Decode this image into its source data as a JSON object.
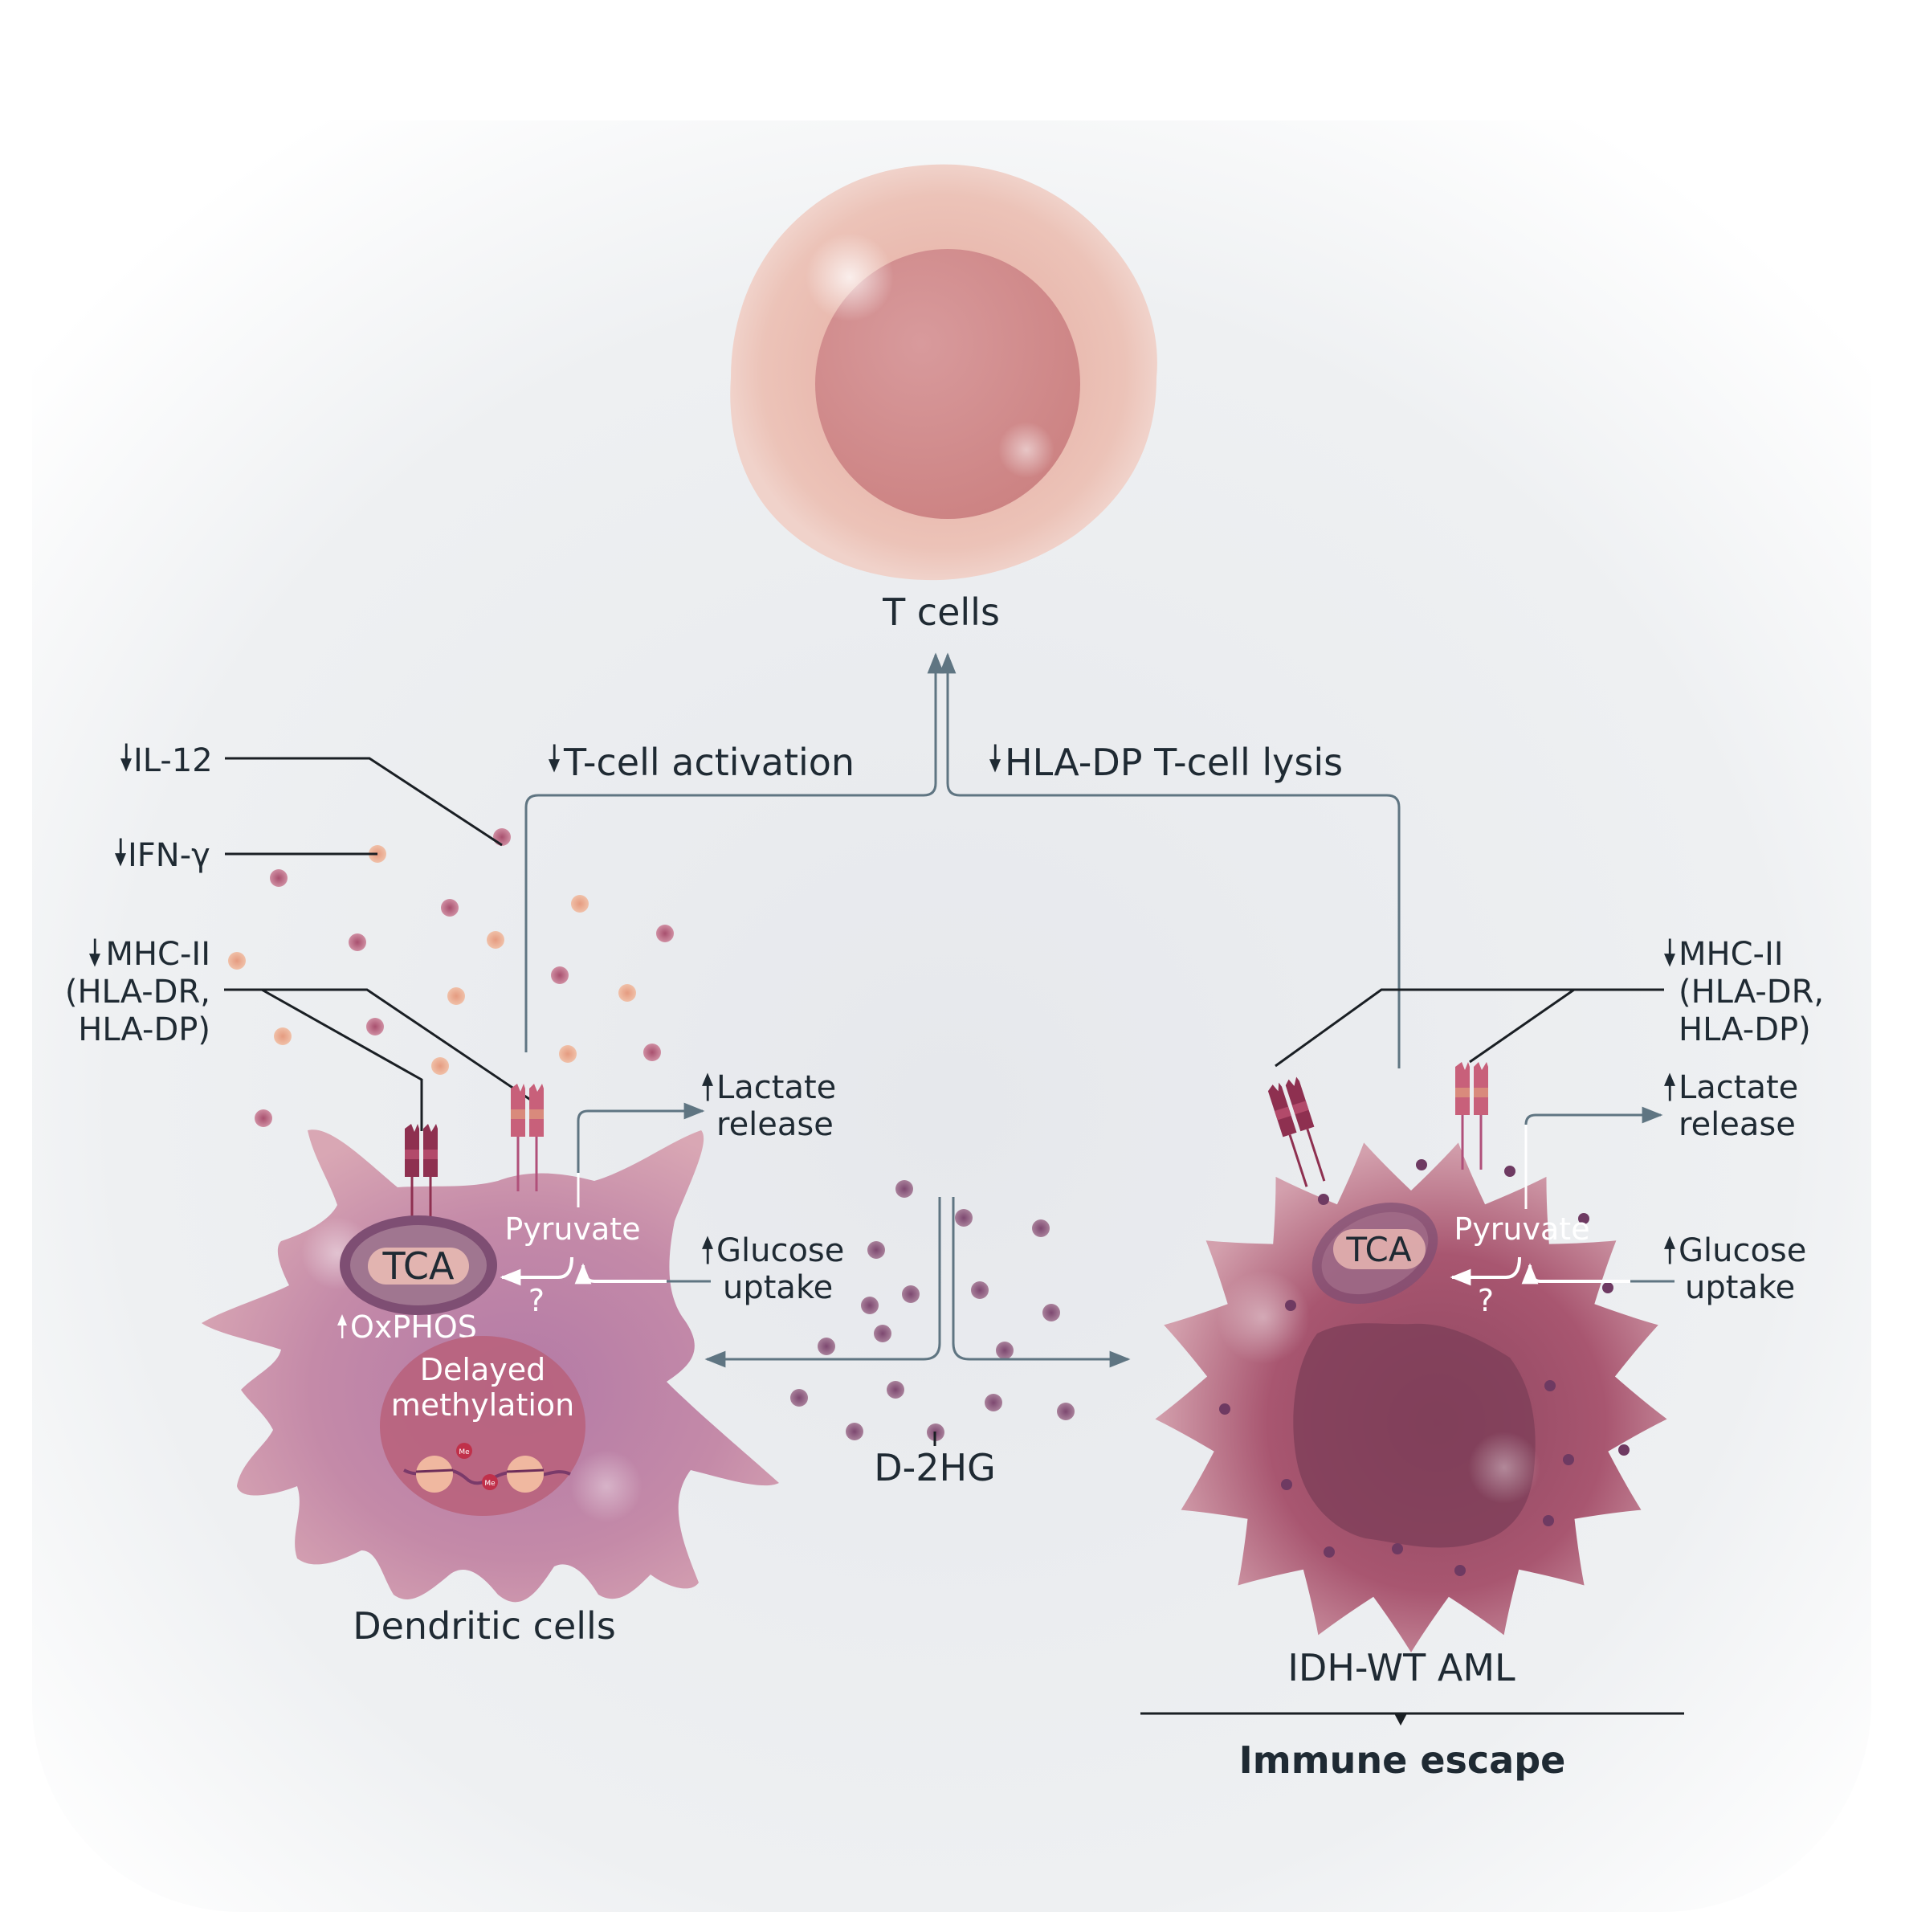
{
  "cells": {
    "t_cells": {
      "label": "T cells"
    },
    "dendritic": {
      "label": "Dendritic cells",
      "tca": "TCA",
      "oxphos": "OxPHOS",
      "pyruvate": "Pyruvate",
      "question": "?",
      "nucleus_line1": "Delayed",
      "nucleus_line2": "methylation",
      "me_mark": "Me"
    },
    "aml": {
      "label": "IDH-WT AML",
      "tca": "TCA",
      "pyruvate": "Pyruvate",
      "question": "?"
    }
  },
  "labels": {
    "t_cell_activation": "T-cell activation",
    "hla_dp_lysis": "HLA-DP T-cell lysis",
    "il12": "IL-12",
    "ifn_gamma": "IFN-γ",
    "mhc_left": {
      "line1": "MHC-II",
      "line2": "(HLA-DR,",
      "line3": "HLA-DP)"
    },
    "mhc_right": {
      "line1": "MHC-II",
      "line2": "(HLA-DR,",
      "line3": "HLA-DP)"
    },
    "lactate_left": {
      "line1": "Lactate",
      "line2": "release"
    },
    "glucose_left": {
      "line1": "Glucose",
      "line2": "uptake"
    },
    "lactate_right": {
      "line1": "Lactate",
      "line2": "release"
    },
    "glucose_right": {
      "line1": "Glucose",
      "line2": "uptake"
    },
    "d2hg": "D-2HG",
    "immune_escape": "Immune escape"
  },
  "icons": {
    "down": "down-arrow-icon",
    "up": "up-arrow-icon"
  },
  "colors": {
    "text": "#1f2a33",
    "connector": "#5f7582",
    "leader": "#1a1f24",
    "t_cell_outer": "#e8b8ae",
    "t_cell_nucleus": "#d08a8a",
    "dendritic_body": "#c98aa8",
    "aml_body": "#b25f78",
    "cytokine_orange": "#e8a98a",
    "cytokine_pink": "#b8657f",
    "d2hg_dot": "#8e5a7a"
  }
}
